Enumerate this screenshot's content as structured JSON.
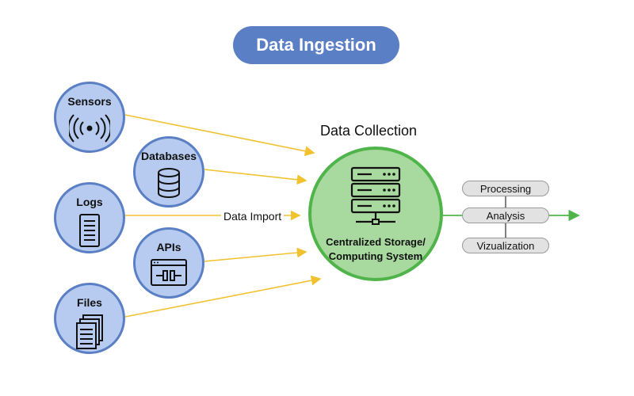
{
  "title": "Data Ingestion",
  "sources": [
    {
      "label": "Sensors",
      "icon": "signal-icon"
    },
    {
      "label": "Databases",
      "icon": "database-icon"
    },
    {
      "label": "Logs",
      "icon": "document-icon"
    },
    {
      "label": "APIs",
      "icon": "api-window-icon"
    },
    {
      "label": "Files",
      "icon": "files-icon"
    }
  ],
  "collection_label": "Data Collection",
  "import_label": "Data Import",
  "hub": {
    "line1": "Centralized Storage/",
    "line2": "Computing System",
    "icon": "server-rack-icon"
  },
  "steps": [
    "Processing",
    "Analysis",
    "Vizualization"
  ],
  "colors": {
    "title_bg": "#5b7fc4",
    "source_fill": "#b6cbef",
    "source_border": "#5b7fc4",
    "hub_fill": "#a8d99e",
    "hub_border": "#4fb54a",
    "import_arrow": "#f2c12e",
    "output_arrow": "#4fb54a",
    "step_fill": "#e2e2e2"
  }
}
